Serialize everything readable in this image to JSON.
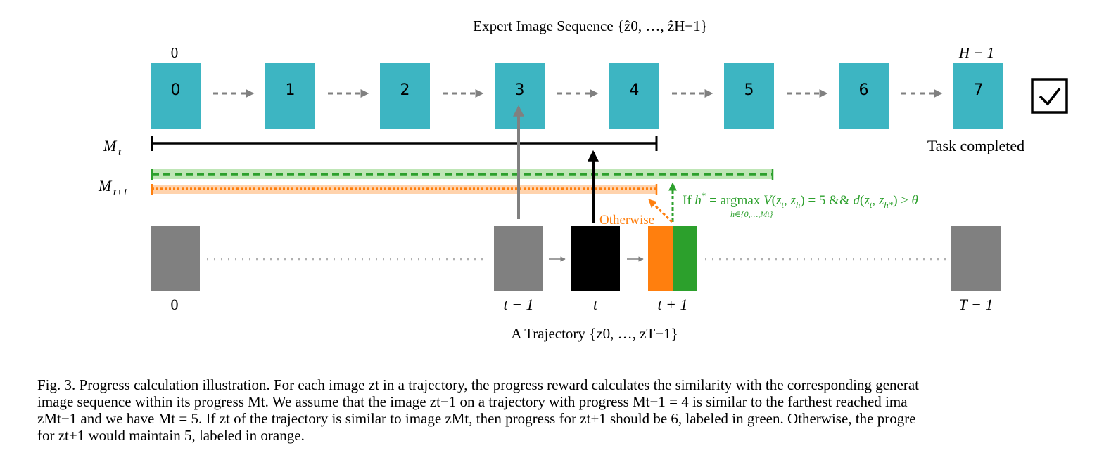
{
  "figure": {
    "expert_title": "Expert Image Sequence {ẑ0, …, ẑH−1}",
    "expert_start_index": "0",
    "expert_end_index": "H − 1",
    "expert_frames": [
      "0",
      "1",
      "2",
      "3",
      "4",
      "5",
      "6",
      "7"
    ],
    "task_completed": "Task completed",
    "progress_current_label": "Mt",
    "progress_next_label": "Mt+1",
    "condition_text": "If h* = argmax V(zt, zh) = 5 && d(zt, zh*) ≥ θ",
    "condition_subscript": "h∈{0,…,Mt}",
    "otherwise_label": "Otherwise",
    "trajectory_labels": [
      "0",
      "t − 1",
      "t",
      "t + 1",
      "T − 1"
    ],
    "trajectory_title": "A Trajectory {z0, …, zT−1}",
    "colors": {
      "expert_frame": "#3db5c2",
      "trajectory_frame": "#808080",
      "current_frame": "#000000",
      "green": "#2ca02c",
      "orange": "#ff7f0e",
      "green_band": "#bfe6b6",
      "orange_band": "#ffd3ad"
    },
    "icons": [
      "checkbox-checked-icon"
    ]
  },
  "caption": {
    "line1": "Fig. 3.  Progress calculation illustration. For each image zt in a trajectory, the progress reward calculates the similarity with the corresponding generat",
    "line2": "image sequence within its progress Mt. We assume that the image zt−1 on a trajectory with progress Mt−1 = 4 is similar to the farthest reached ima",
    "line3": "zMt−1 and we have Mt = 5. If zt of the trajectory is similar to image zMt, then progress for zt+1 should be 6, labeled in green. Otherwise, the progre",
    "line4": "for zt+1 would maintain 5, labeled in orange."
  }
}
